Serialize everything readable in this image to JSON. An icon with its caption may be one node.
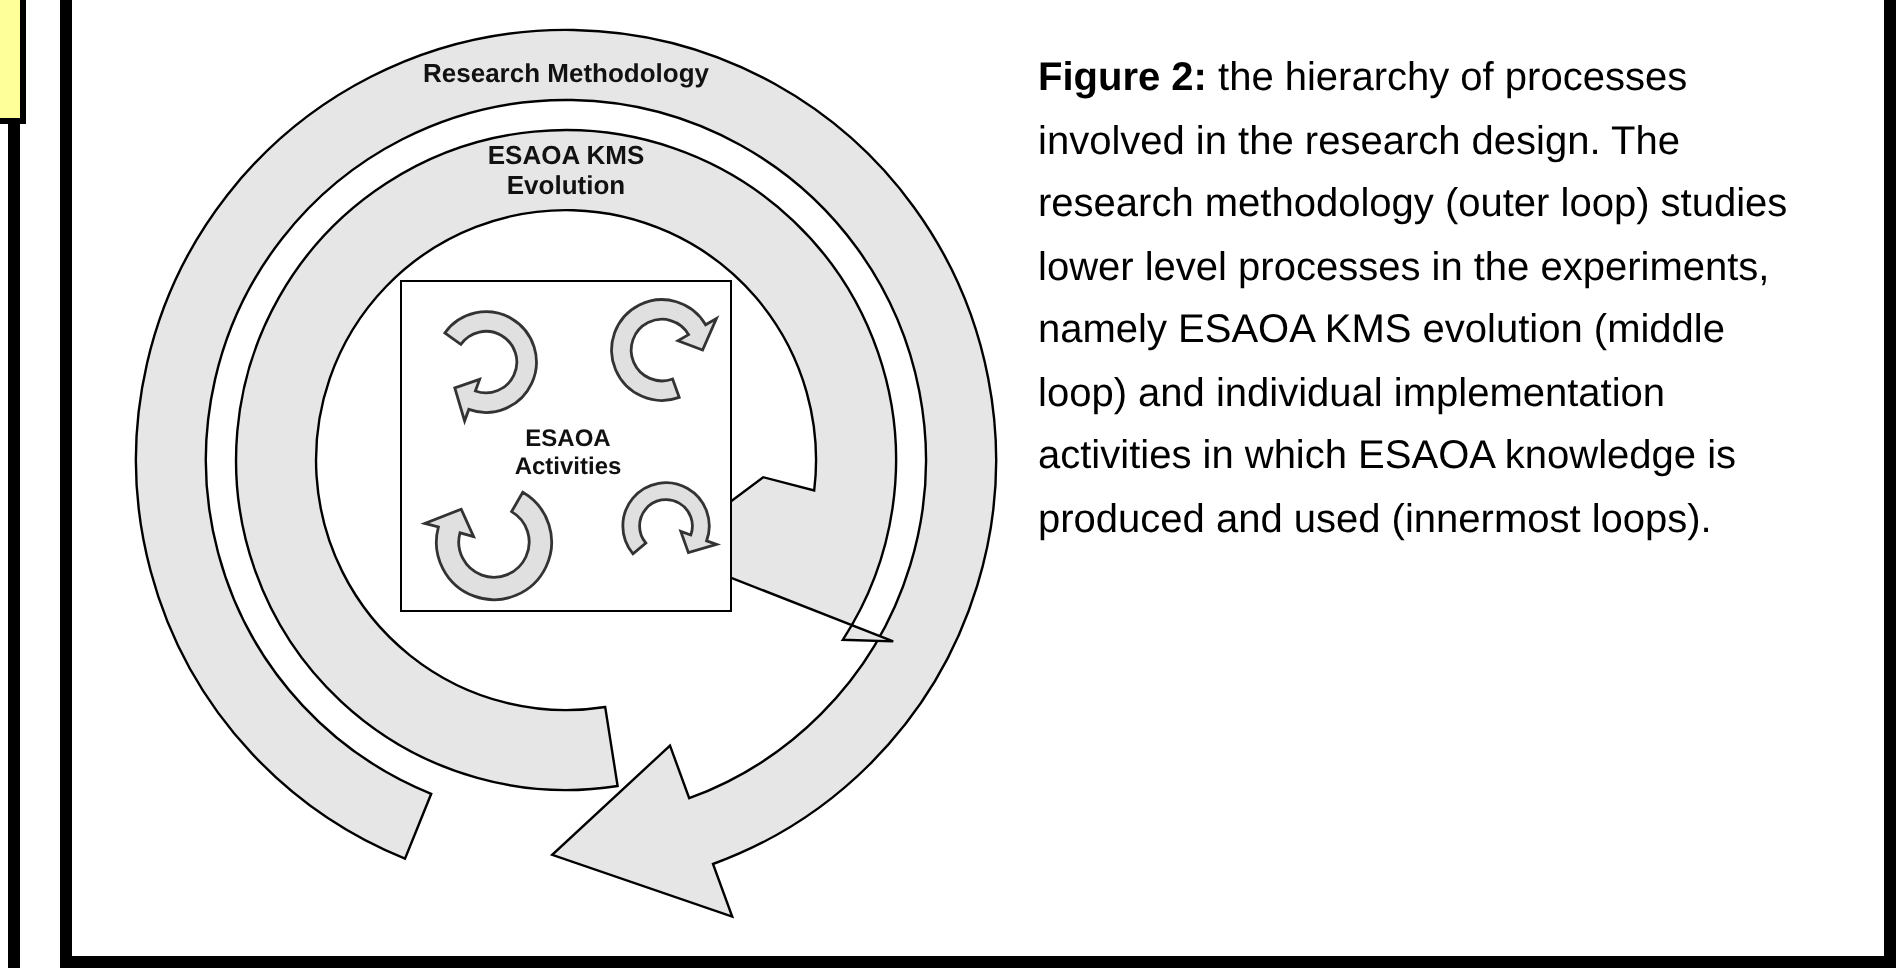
{
  "diagram": {
    "caption": "**Figure 2:** the hierarchy of processes involved in the research design. The research methodology (outer loop) studies lower level processes in the experiments, namely ESAOA KMS evolution (middle loop) and individual implementation activities in which ESAOA knowledge is produced and used (innermost loops).",
    "nodes": [
      {
        "text": [
          "Research Methodology"
        ]
      },
      {
        "text": [
          "ESAOA KMS Evolution"
        ],
        "in": 0
      },
      {
        "text": [
          "ESAOA Activities"
        ],
        "in": 1
      },
      {
        "text": [],
        "shape": "loop",
        "in": 2
      },
      {
        "text": [],
        "shape": "loop",
        "in": 2
      },
      {
        "text": [],
        "shape": "loop",
        "in": 2
      },
      {
        "text": [],
        "shape": "loop",
        "in": 2
      }
    ]
  }
}
